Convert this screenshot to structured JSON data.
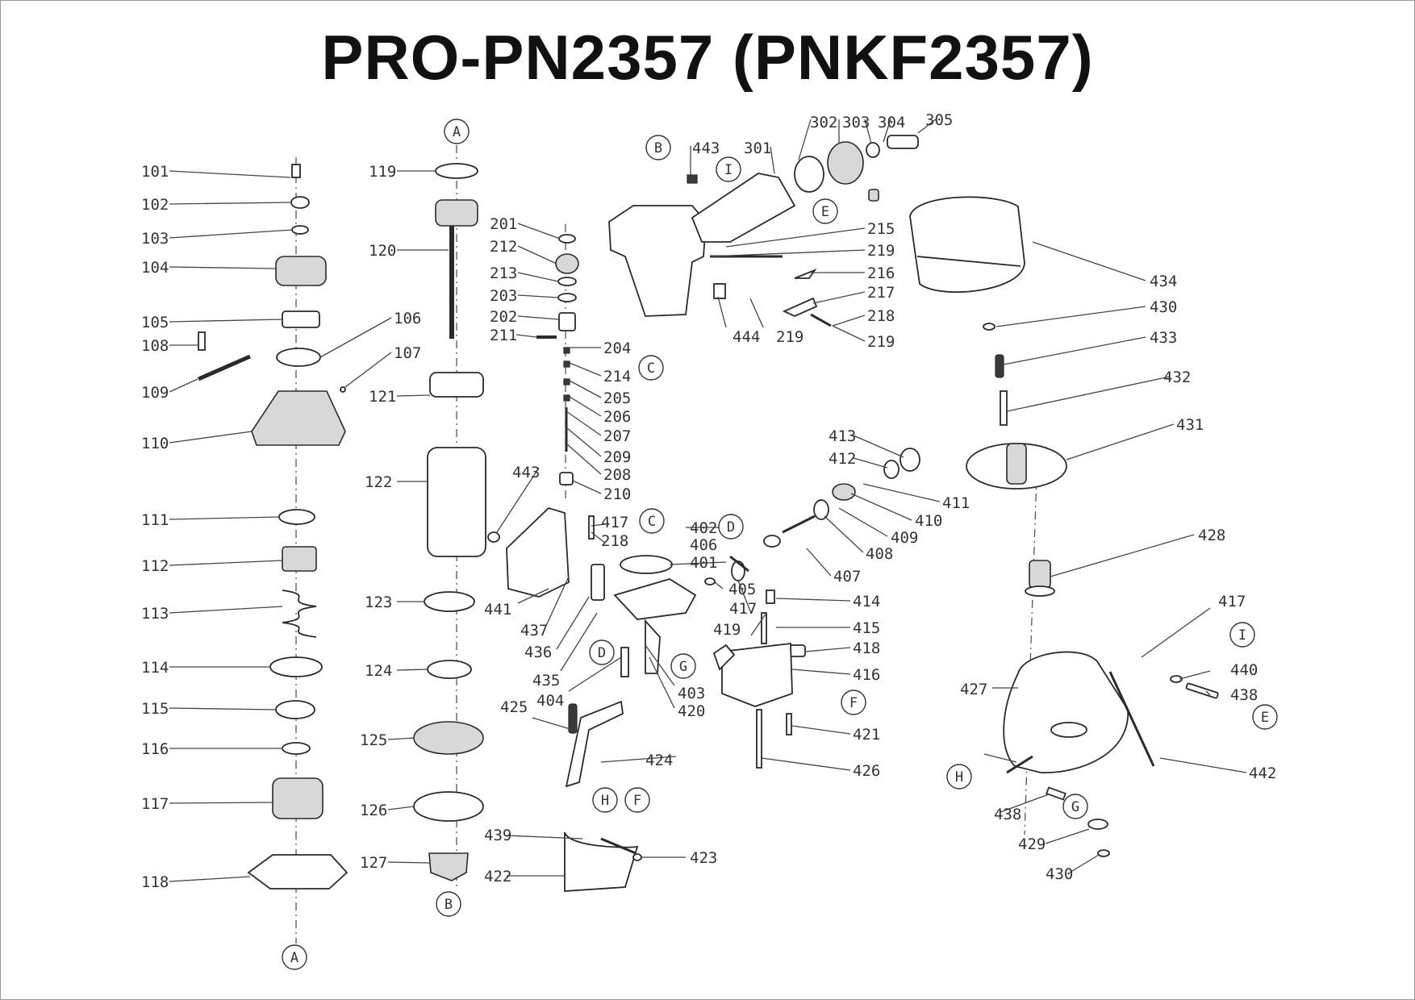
{
  "title": "PRO-PN2357 (PNKF2357)",
  "labels": {
    "p101": "101",
    "p102": "102",
    "p103": "103",
    "p104": "104",
    "p105": "105",
    "p106": "106",
    "p107": "107",
    "p108": "108",
    "p109": "109",
    "p110": "110",
    "p111": "111",
    "p112": "112",
    "p113": "113",
    "p114": "114",
    "p115": "115",
    "p116": "116",
    "p117": "117",
    "p118": "118",
    "p119": "119",
    "p120": "120",
    "p121": "121",
    "p122": "122",
    "p123": "123",
    "p124": "124",
    "p125": "125",
    "p126": "126",
    "p127": "127",
    "p201": "201",
    "p202": "202",
    "p203": "203",
    "p204": "204",
    "p205": "205",
    "p206": "206",
    "p207": "207",
    "p208": "208",
    "p209": "209",
    "p210": "210",
    "p211": "211",
    "p212": "212",
    "p213": "213",
    "p214": "214",
    "p215": "215",
    "p216": "216",
    "p217": "217",
    "p218a": "218",
    "p218b": "218",
    "p219a": "219",
    "p219b": "219",
    "p219c": "219",
    "p301": "301",
    "p302": "302",
    "p303": "303",
    "p304": "304",
    "p305": "305",
    "p401": "401",
    "p402": "402",
    "p403": "403",
    "p404": "404",
    "p405": "405",
    "p406": "406",
    "p407": "407",
    "p408": "408",
    "p409": "409",
    "p410": "410",
    "p411": "411",
    "p412": "412",
    "p413": "413",
    "p414": "414",
    "p415": "415",
    "p416": "416",
    "p417a": "417",
    "p417b": "417",
    "p417c": "417",
    "p418": "418",
    "p419": "419",
    "p420": "420",
    "p421": "421",
    "p422": "422",
    "p423": "423",
    "p424": "424",
    "p425": "425",
    "p426": "426",
    "p427": "427",
    "p428": "428",
    "p429": "429",
    "p430a": "430",
    "p430b": "430",
    "p431": "431",
    "p432": "432",
    "p433": "433",
    "p434": "434",
    "p435": "435",
    "p436": "436",
    "p437": "437",
    "p438a": "438",
    "p438b": "438",
    "p439": "439",
    "p440": "440",
    "p441": "441",
    "p442": "442",
    "p443a": "443",
    "p443b": "443",
    "p444": "444"
  },
  "callouts": {
    "A_top": "A",
    "A_bottom": "A",
    "B_top": "B",
    "B_bottom": "B",
    "C_top": "C",
    "C_mid": "C",
    "D_a": "D",
    "D_b": "D",
    "E_a": "E",
    "E_b": "E",
    "F_a": "F",
    "F_b": "F",
    "G_a": "G",
    "G_b": "G",
    "H_a": "H",
    "H_b": "H",
    "I_a": "I",
    "I_b": "I"
  }
}
